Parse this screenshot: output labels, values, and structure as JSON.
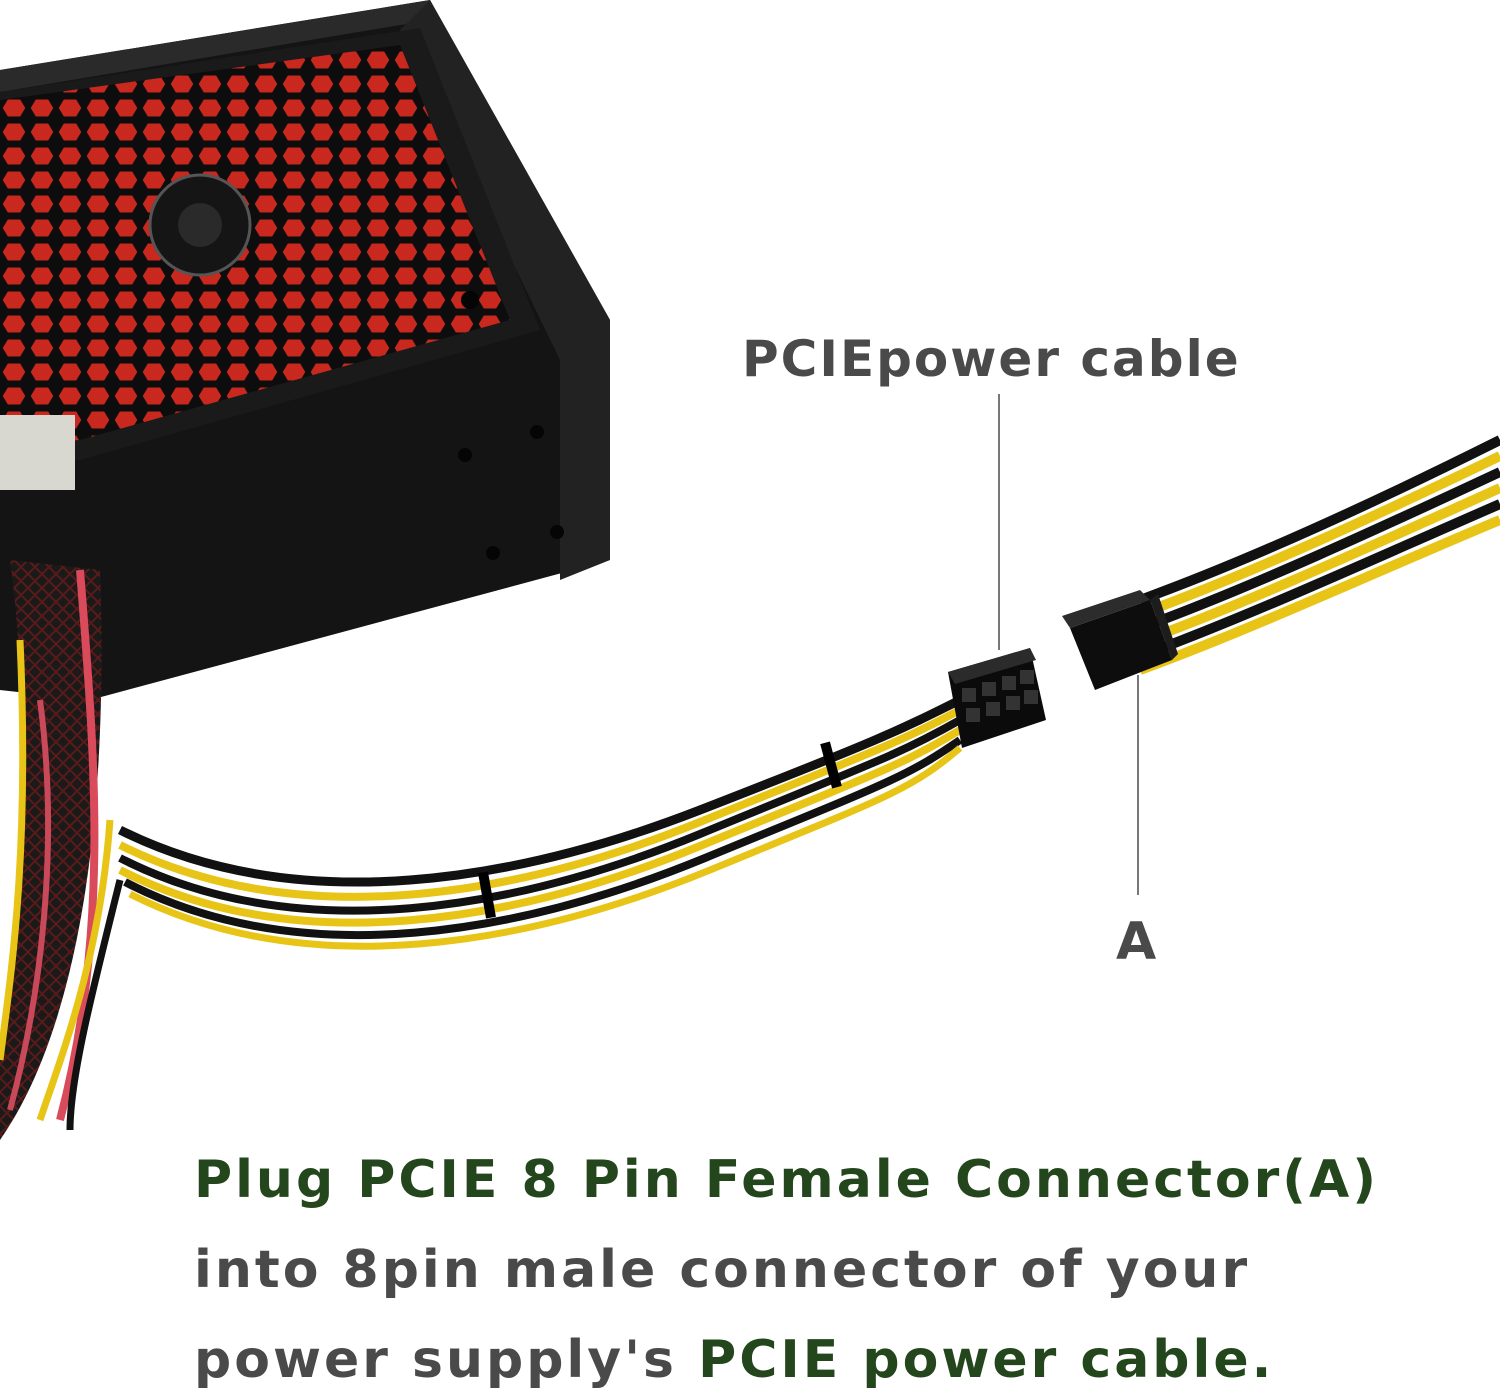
{
  "labels": {
    "cable": "PCIEpower cable",
    "connector": "A"
  },
  "caption": {
    "line1": "Plug PCIE 8 Pin Female Connector(A)",
    "line2": "into 8pin male connector of your",
    "line3_part1": "power supply's ",
    "line3_highlight": "PCIE power cable."
  },
  "colors": {
    "caption_green": "#23461c",
    "caption_gray": "#4a4a4a",
    "psu_body": "#1c1c1c",
    "fan_red": "#c8281e",
    "wire_yellow": "#e8c417",
    "wire_black": "#111111"
  }
}
